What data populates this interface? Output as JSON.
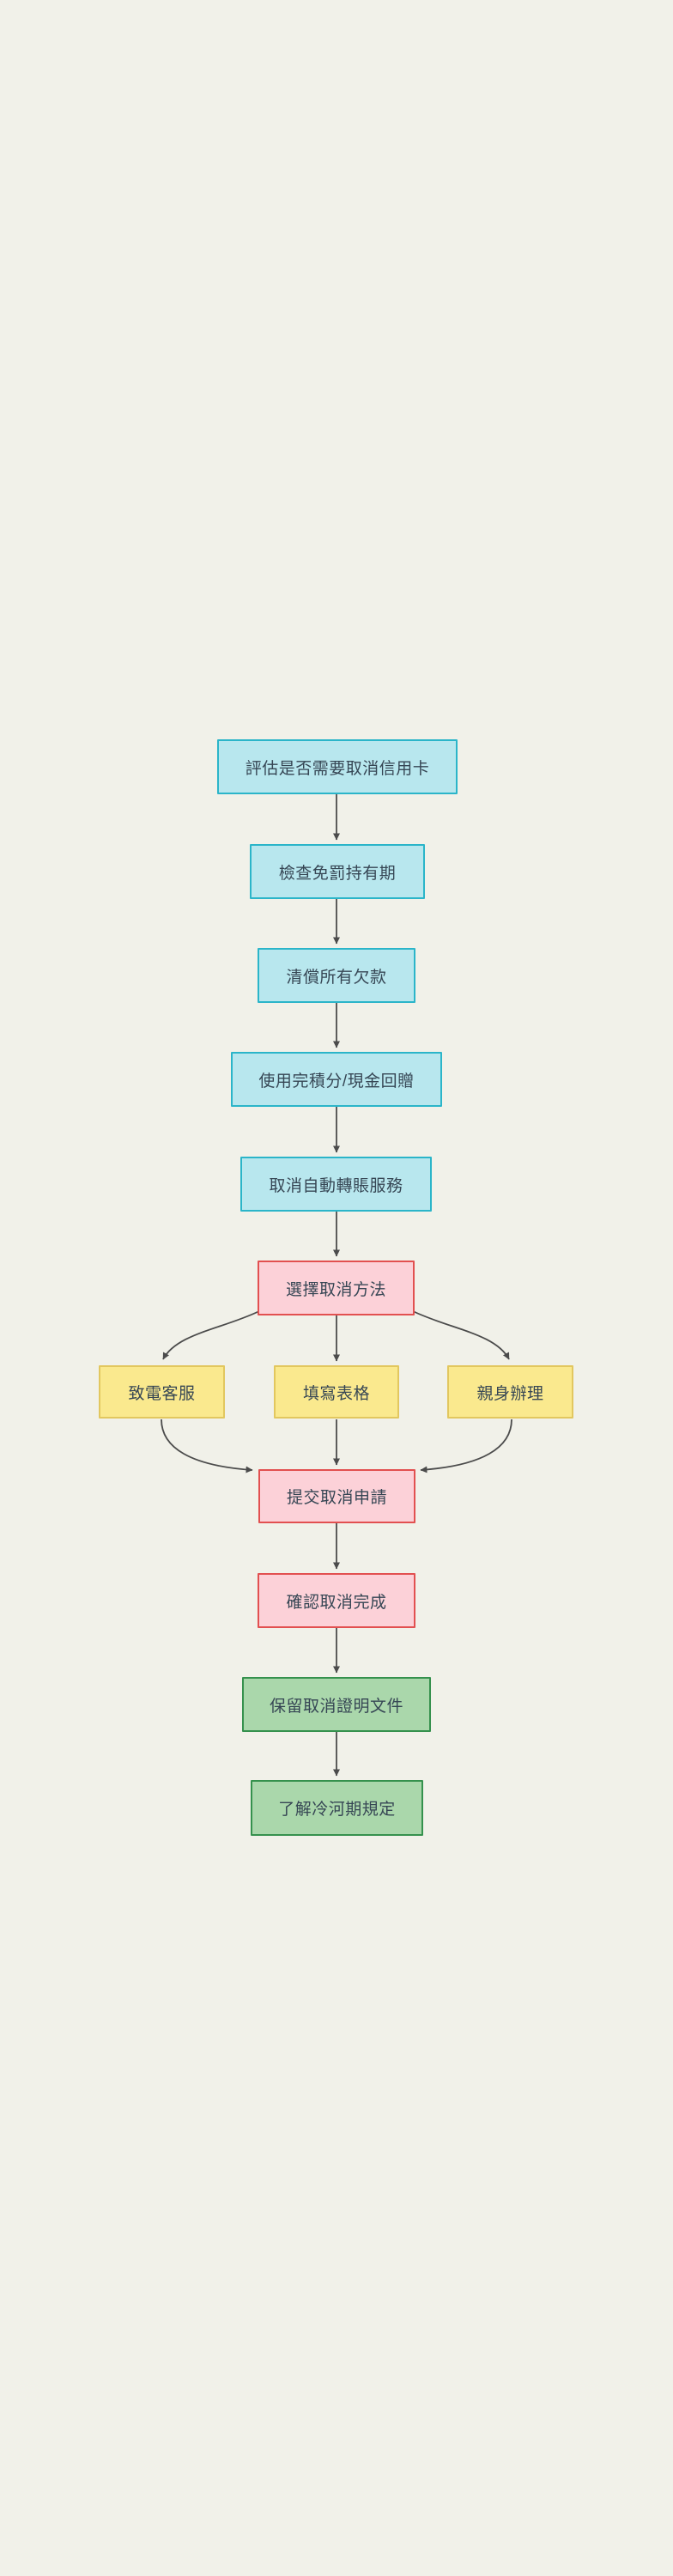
{
  "page": {
    "background": "#f1f1e9"
  },
  "flowchart": {
    "type": "flowchart-top-down",
    "nodes": [
      {
        "id": "assess",
        "label": "評估是否需要取消信用卡",
        "color_role": "cyan"
      },
      {
        "id": "check-holding",
        "label": "檢查免罰持有期",
        "color_role": "cyan"
      },
      {
        "id": "repay-debt",
        "label": "清償所有欠款",
        "color_role": "cyan"
      },
      {
        "id": "use-rewards",
        "label": "使用完積分/現金回贈",
        "color_role": "cyan"
      },
      {
        "id": "cancel-autopay",
        "label": "取消自動轉賬服務",
        "color_role": "cyan"
      },
      {
        "id": "choose-method",
        "label": "選擇取消方法",
        "color_role": "pink"
      },
      {
        "id": "call-hotline",
        "label": "致電客服",
        "color_role": "yellow"
      },
      {
        "id": "fill-form",
        "label": "填寫表格",
        "color_role": "yellow"
      },
      {
        "id": "in-person",
        "label": "親身辦理",
        "color_role": "yellow"
      },
      {
        "id": "submit-request",
        "label": "提交取消申請",
        "color_role": "pink"
      },
      {
        "id": "confirm-done",
        "label": "確認取消完成",
        "color_role": "pink"
      },
      {
        "id": "keep-proof",
        "label": "保留取消證明文件",
        "color_role": "green"
      },
      {
        "id": "cooling-period",
        "label": "了解冷河期規定",
        "color_role": "green"
      }
    ],
    "edges": [
      {
        "from": "assess",
        "to": "check-holding"
      },
      {
        "from": "check-holding",
        "to": "repay-debt"
      },
      {
        "from": "repay-debt",
        "to": "use-rewards"
      },
      {
        "from": "use-rewards",
        "to": "cancel-autopay"
      },
      {
        "from": "cancel-autopay",
        "to": "choose-method"
      },
      {
        "from": "choose-method",
        "to": "call-hotline"
      },
      {
        "from": "choose-method",
        "to": "fill-form"
      },
      {
        "from": "choose-method",
        "to": "in-person"
      },
      {
        "from": "call-hotline",
        "to": "submit-request"
      },
      {
        "from": "fill-form",
        "to": "submit-request"
      },
      {
        "from": "in-person",
        "to": "submit-request"
      },
      {
        "from": "submit-request",
        "to": "confirm-done"
      },
      {
        "from": "confirm-done",
        "to": "keep-proof"
      },
      {
        "from": "keep-proof",
        "to": "cooling-period"
      }
    ],
    "theme": {
      "background": "#f1f1e9",
      "cyan_fill": "#b8e7ee",
      "cyan_border": "#2bb5c9",
      "pink_fill": "#fcd1d8",
      "pink_border": "#e25050",
      "yellow_fill": "#fae98e",
      "yellow_border": "#e2c75f",
      "green_fill": "#aad7ab",
      "green_border": "#35914d",
      "arrow_color": "#4b4b4b",
      "text_color": "#364654"
    }
  }
}
